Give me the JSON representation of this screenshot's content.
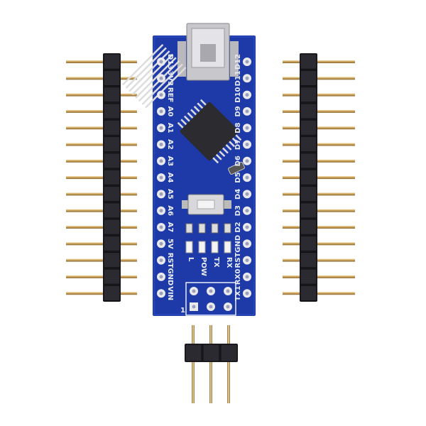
{
  "board": {
    "left_labels": [
      "D13",
      "3V3",
      "REF",
      "A0",
      "A1",
      "A2",
      "A3",
      "A4",
      "A5",
      "A6",
      "A7",
      "5V",
      "RST",
      "GND",
      "VIN"
    ],
    "right_labels": [
      "D12",
      "D11",
      "D10",
      "D9",
      "D8",
      "D7",
      "D6",
      "D5",
      "D4",
      "D3",
      "D2",
      "GND",
      "RST",
      "RX0",
      "TX1"
    ],
    "led_labels": [
      "L",
      "POW",
      "TX",
      "RX"
    ],
    "icsp_pin1_label": "1"
  },
  "colors": {
    "pcb": "#1d3aa8",
    "header_plastic": "#1e1e22",
    "pin": "#c9a25a",
    "pad": "#e9e9ee"
  },
  "headers": {
    "left_pins": 15,
    "right_pins": 15,
    "bottom_pins": 3
  }
}
